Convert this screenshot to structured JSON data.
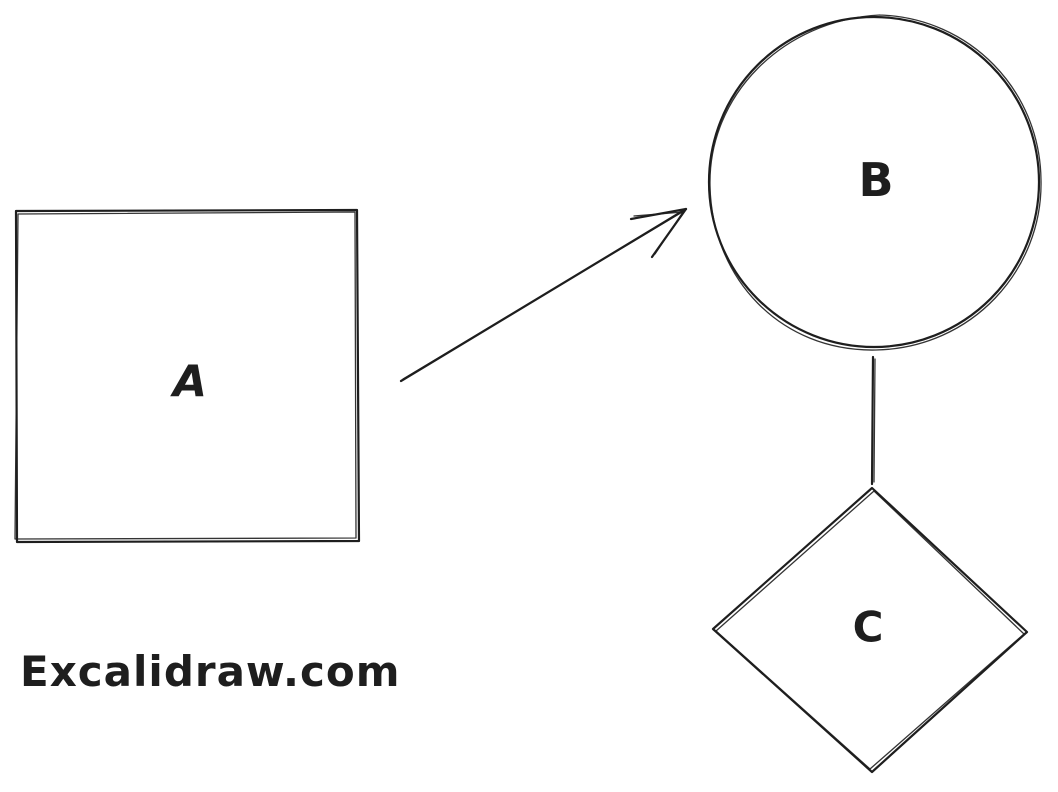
{
  "diagram": {
    "nodes": [
      {
        "id": "A",
        "shape": "rectangle",
        "label": "A"
      },
      {
        "id": "B",
        "shape": "circle",
        "label": "B"
      },
      {
        "id": "C",
        "shape": "diamond",
        "label": "C"
      }
    ],
    "edges": [
      {
        "from": "A",
        "to": "B",
        "style": "arrow"
      },
      {
        "from": "B",
        "to": "C",
        "style": "line"
      }
    ],
    "watermark": "Excalidraw.com",
    "colors": {
      "stroke": "#1e1e1e",
      "background": "#ffffff"
    }
  }
}
